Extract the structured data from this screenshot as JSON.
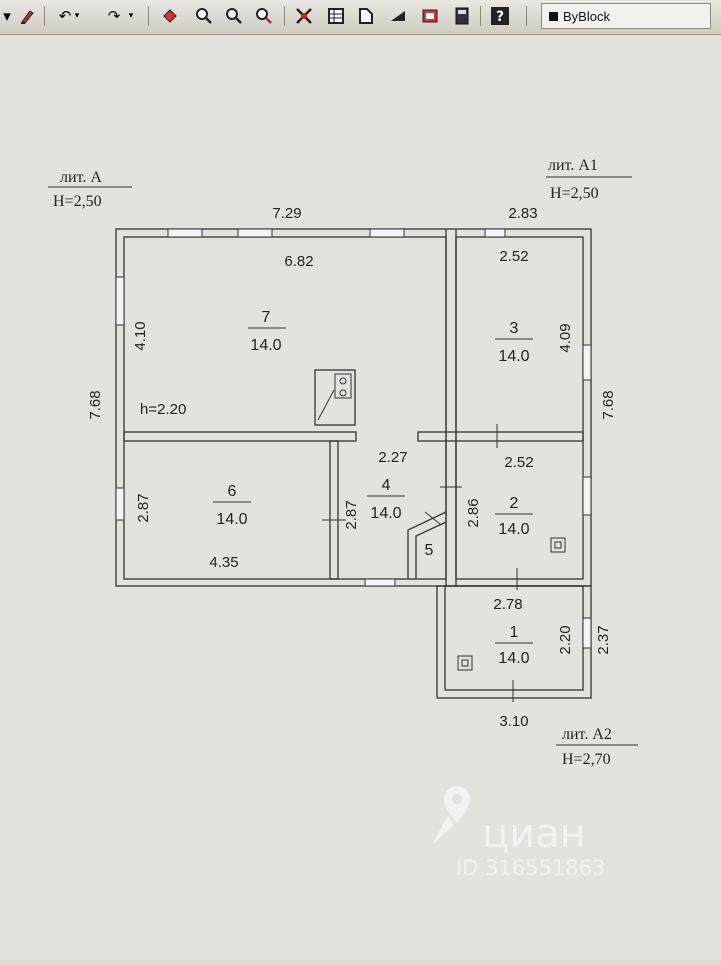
{
  "toolbar": {
    "icons": [
      "dropdown-arrow",
      "paint-icon",
      "undo-icon",
      "redo-icon",
      "pan-icon",
      "zoom-realtime-icon",
      "zoom-window-icon",
      "zoom-previous-icon",
      "properties-icon",
      "design-center-icon",
      "tool-palette-icon",
      "sheet-set-icon",
      "markup-icon",
      "calculator-icon",
      "help-icon"
    ],
    "plotstyle_value": "ByBlock"
  },
  "plan": {
    "lit_a": {
      "label": "лит. А",
      "height": "H=2,50"
    },
    "lit_a1": {
      "label": "лит. А1",
      "height": "H=2,50"
    },
    "lit_a2": {
      "label": "лит. А2",
      "height": "H=2,70"
    },
    "dims": {
      "top_a": "7.29",
      "top_a1": "2.83",
      "inner_7_width": "6.82",
      "inner_3_width": "2.52",
      "left_total": "7.68",
      "right_total": "7.68",
      "room7_height": "4.10",
      "room3_height": "4.09",
      "ceiling_h": "h=2.20",
      "room4_width": "2.27",
      "room2_width": "2.52",
      "room6_height": "2.87",
      "room4_height": "2.87",
      "room2_height": "2.86",
      "room6_width": "4.35",
      "room1_width_top": "2.78",
      "room1_height_inner": "2.20",
      "room1_height_outer": "2.37",
      "room1_width_bottom": "3.10"
    },
    "rooms": [
      {
        "num": "7",
        "area": "14.0"
      },
      {
        "num": "3",
        "area": "14.0"
      },
      {
        "num": "6",
        "area": "14.0"
      },
      {
        "num": "4",
        "area": "14.0"
      },
      {
        "num": "2",
        "area": "14.0"
      },
      {
        "num": "1",
        "area": "14.0"
      },
      {
        "num": "5",
        "area": ""
      }
    ]
  },
  "watermark": {
    "brand": "циан",
    "id_text": "ID 316551863"
  },
  "colors": {
    "toolbar_bg": "#dcd9d1",
    "canvas_bg": "#e2e3dd",
    "line": "#333333"
  }
}
